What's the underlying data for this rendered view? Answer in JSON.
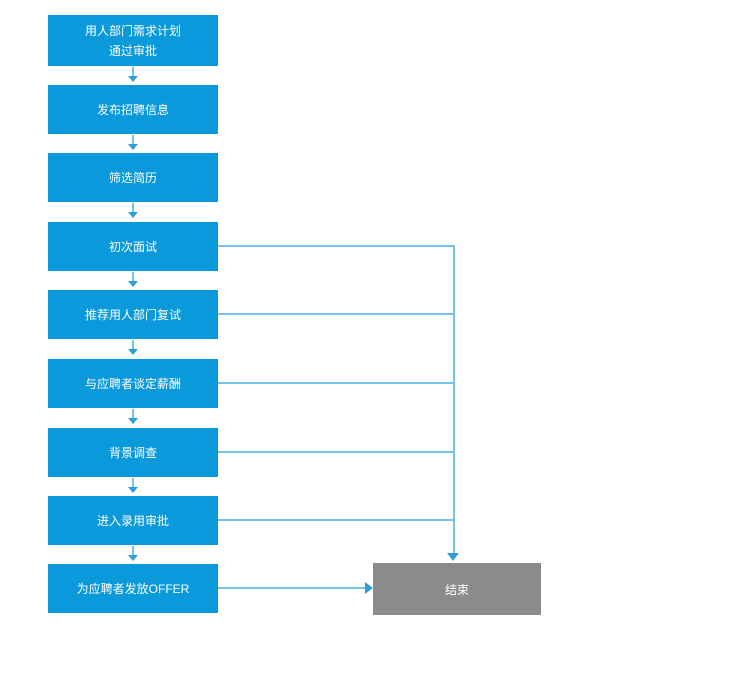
{
  "diagram": {
    "type": "flowchart",
    "subject": "recruitment-process",
    "steps": [
      {
        "label": "用人部门需求计划\n通过审批"
      },
      {
        "label": "发布招聘信息"
      },
      {
        "label": "筛选简历"
      },
      {
        "label": "初次面试"
      },
      {
        "label": "推荐用人部门复试"
      },
      {
        "label": "与应聘者谈定薪酬"
      },
      {
        "label": "背景调查"
      },
      {
        "label": "进入录用审批"
      },
      {
        "label": "为应聘者发放OFFER"
      }
    ],
    "end": {
      "label": "结束"
    },
    "connections": [
      {
        "from": "用人部门需求计划 通过审批",
        "to": "发布招聘信息"
      },
      {
        "from": "发布招聘信息",
        "to": "筛选简历"
      },
      {
        "from": "筛选简历",
        "to": "初次面试"
      },
      {
        "from": "初次面试",
        "to": "推荐用人部门复试"
      },
      {
        "from": "初次面试",
        "to": "结束"
      },
      {
        "from": "推荐用人部门复试",
        "to": "与应聘者谈定薪酬"
      },
      {
        "from": "推荐用人部门复试",
        "to": "结束"
      },
      {
        "from": "与应聘者谈定薪酬",
        "to": "背景调查"
      },
      {
        "from": "与应聘者谈定薪酬",
        "to": "结束"
      },
      {
        "from": "背景调查",
        "to": "进入录用审批"
      },
      {
        "from": "背景调查",
        "to": "结束"
      },
      {
        "from": "进入录用审批",
        "to": "为应聘者发放OFFER"
      },
      {
        "from": "进入录用审批",
        "to": "结束"
      },
      {
        "from": "为应聘者发放OFFER",
        "to": "结束"
      }
    ]
  },
  "colors": {
    "node_blue": "#0a99db",
    "connector_blue": "#76c5e8",
    "arrowhead_blue": "#2d9fd8",
    "end_gray": "#8b8b8b",
    "text_white": "#ffffff",
    "background": "#ffffff"
  }
}
